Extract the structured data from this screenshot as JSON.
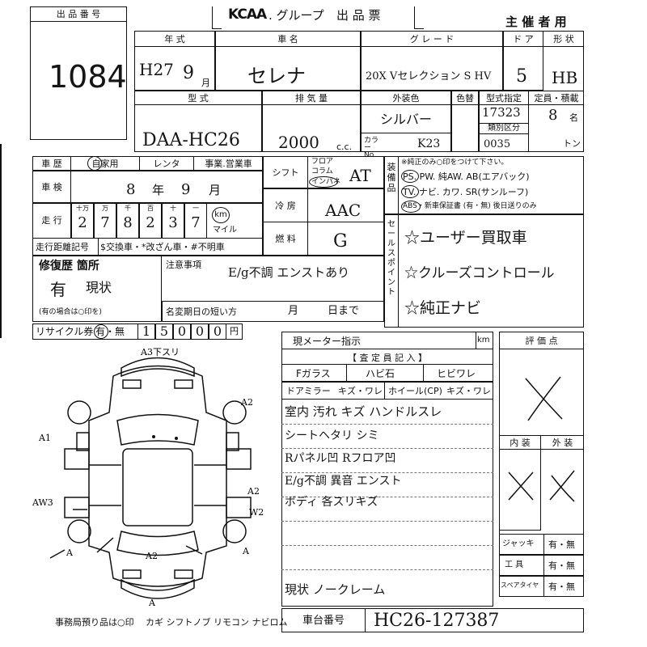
{
  "header": {
    "lot_no_label": "出 品 番 号",
    "lot_no": "1084",
    "brand_logo": "KCAA",
    "brand_suffix": ". グループ",
    "form_title": "出 品 票",
    "organizer": "主 催 者 用"
  },
  "row1": {
    "year_label": "年 式",
    "name_label": "車 名",
    "grade_label": "グ レ ー ド",
    "door_label": "ド ア",
    "shape_label": "形 状",
    "era": "H27",
    "month_day": "9",
    "month_unit": "月",
    "car_name": "セレナ",
    "grade": "20X Vセレクション S HV",
    "doors": "5",
    "shape": "HB"
  },
  "row2": {
    "model_label": "型 式",
    "displacement_label": "排 気 量",
    "exterior_color_label": "外装色",
    "color_change_label": "色替",
    "model_spec_label": "型式指定",
    "capacity_label": "定員・積載",
    "category_label": "類別区分",
    "color_no_label": "カラー No.",
    "model_code": "DAA-HC26",
    "displacement": "2000",
    "cc_unit": "c.c.",
    "color": "シルバー",
    "color_code": "K23",
    "model_spec": "17323",
    "category": "0035",
    "capacity": "8",
    "capacity_unit": "名",
    "ton_unit": "トン"
  },
  "history": {
    "label": "車 歴",
    "options": [
      "自家用",
      "レンタ",
      "事業.営業車"
    ],
    "inspection_label": "車 検",
    "inspection_year": "8",
    "inspection_year_unit": "年",
    "inspection_month": "9",
    "inspection_month_unit": "月",
    "mileage_label": "走 行",
    "mileage_place_labels": [
      "十万",
      "万",
      "千",
      "百",
      "十",
      "一"
    ],
    "mileage_digits": [
      "2",
      "7",
      "8",
      "2",
      "3",
      "7"
    ],
    "km_label": "km",
    "mile_label": "マイル",
    "meter_label": "走行距離記号",
    "meter_options": "$交換車・*改ざん車・#不明車"
  },
  "mechanical": {
    "shift_label": "シフト",
    "shift_options": [
      "フロア",
      "コラム",
      "インパネ"
    ],
    "shift": "AT",
    "ac_label": "冷 房",
    "ac": "AAC",
    "fuel_label": "燃 料",
    "fuel": "G"
  },
  "equipment": {
    "label": "装 備 品",
    "note": "※純正のみ○印をつけて下さい。",
    "line1": "PS. PW. 純AW. AB(エアバック)",
    "line2": "TV. ナビ. カワ. SR(サンルーフ)",
    "line3": "ABS・新車保証書 (有・無) 後日送りのみ"
  },
  "sales_points": {
    "label": "セ ー ル ス ポ イ ン ト",
    "items": [
      "☆ユーザー買取車",
      "☆クルーズコントロール",
      "☆純正ナビ"
    ]
  },
  "repair": {
    "label": "修復歴 箇所",
    "value": "有",
    "handwritten": "現状",
    "note": "(有の場合は○印を)",
    "caution_label": "注意事項",
    "caution_text": "E/g不調 エンストあり",
    "name_change_label": "名変期日の短い方",
    "month_unit": "月",
    "day_unit": "日まで"
  },
  "recycle": {
    "label": "リサイクル券",
    "status": "有・無",
    "digits": [
      "1",
      "5",
      "0",
      "0",
      "0"
    ],
    "unit": "円"
  },
  "inspection": {
    "meter_label": "現メーター指示",
    "meter_unit": "km",
    "inspector_label": "【 査 定 員 記 入 】",
    "f_glass_label": "Fガラス",
    "chip_label": "ハビ石",
    "crack_label": "ヒビワレ",
    "door_mirror_label": "ドアミラー",
    "door_mirror_options": "キズ・ワレ",
    "wheel_label": "ホイール(CP)",
    "wheel_options": "キズ・ワレ",
    "notes": [
      "室内 汚れ キズ ハンドルスレ",
      "シートヘタリ シミ",
      "Rパネル凹 Rフロア凹",
      "E/g不調 異音 エンスト",
      "ボディ 各スリキズ"
    ],
    "footer_note": "現状 ノークレーム"
  },
  "evaluation": {
    "label": "評 価 点",
    "interior_label": "内 装",
    "exterior_label": "外 装",
    "jack_label": "ジャッキ",
    "tools_label": "工 具",
    "spare_label": "スペアタイヤ",
    "yes_no": "有・無"
  },
  "diagram": {
    "labels": [
      "A3下スリ",
      "A2",
      "A1",
      "A2",
      "AW3",
      "W2",
      "A",
      "A2",
      "A",
      "A"
    ]
  },
  "footer": {
    "office_note": "事務局預り品は○印",
    "items": "カギ シフトノブ リモコン ナビロム",
    "chassis_label": "車台番号",
    "chassis_no": "HC26-127387"
  }
}
